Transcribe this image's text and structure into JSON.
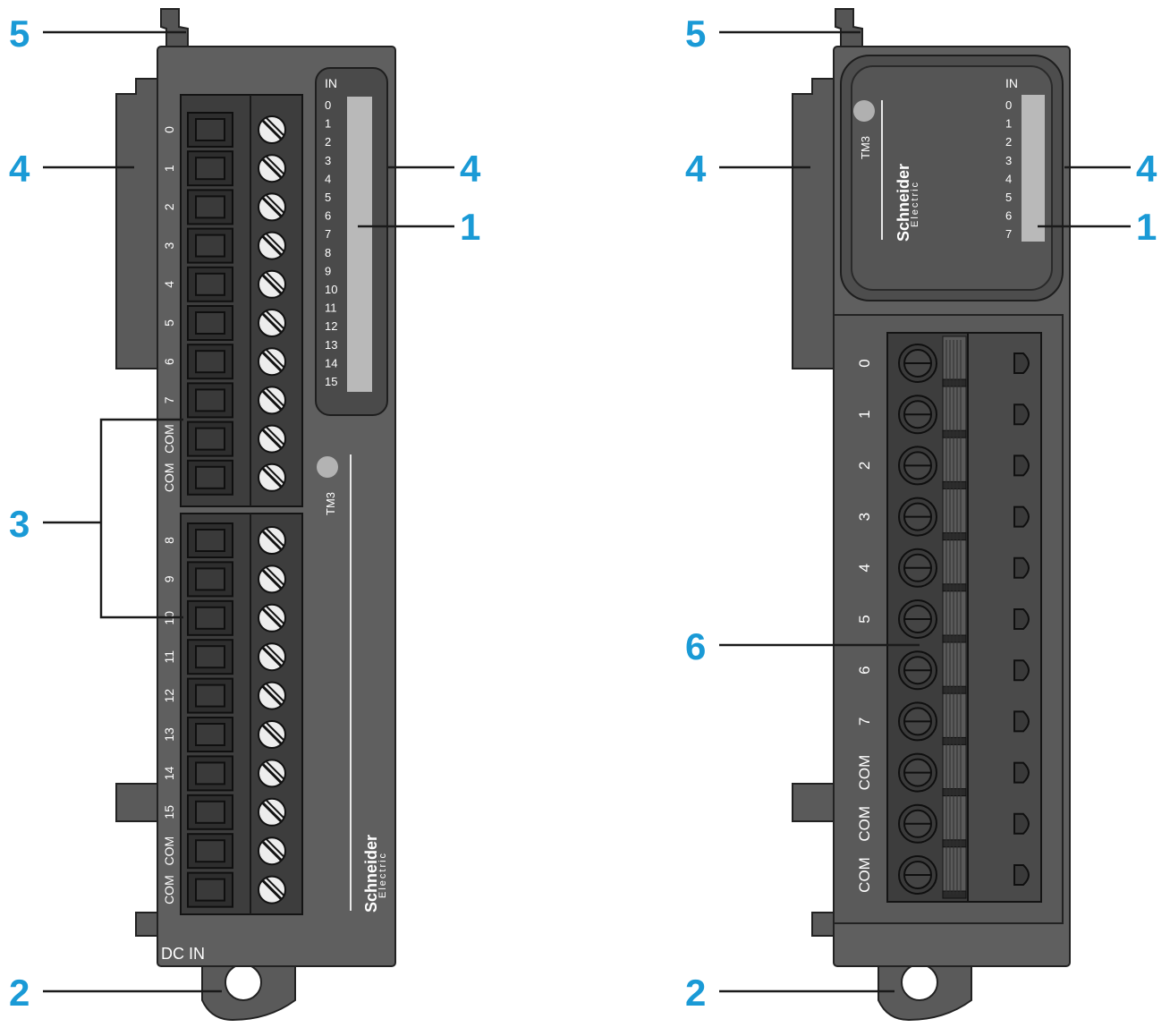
{
  "callouts": {
    "led_panel": "1",
    "mounting_tab": "2",
    "terminal_blocks": "3",
    "side_clip": "4",
    "top_latch": "5",
    "spring_terminal_block": "6"
  },
  "module_left": {
    "led_header": "IN",
    "led_labels": [
      "0",
      "1",
      "2",
      "3",
      "4",
      "5",
      "6",
      "7",
      "8",
      "9",
      "10",
      "11",
      "12",
      "13",
      "14",
      "15"
    ],
    "terminal_labels_upper": [
      "0",
      "1",
      "2",
      "3",
      "4",
      "5",
      "6",
      "7",
      "COM",
      "COM"
    ],
    "terminal_labels_lower": [
      "8",
      "9",
      "10",
      "11",
      "12",
      "13",
      "14",
      "15",
      "COM",
      "COM"
    ],
    "model_text": "TM3",
    "brand_name": "Schneider",
    "brand_sub": "Electric",
    "bottom_text": "DC IN"
  },
  "module_right": {
    "led_header": "IN",
    "led_labels": [
      "0",
      "1",
      "2",
      "3",
      "4",
      "5",
      "6",
      "7"
    ],
    "terminal_labels": [
      "0",
      "1",
      "2",
      "3",
      "4",
      "5",
      "6",
      "7",
      "COM",
      "COM",
      "COM"
    ],
    "model_text": "TM3",
    "brand_name": "Schneider",
    "brand_sub": "Electric"
  },
  "colors": {
    "callout": "#1a9ad6",
    "body": "#5f5f5f",
    "terminal_block": "#3d3d3d",
    "led_strip": "#b9b9b9"
  }
}
